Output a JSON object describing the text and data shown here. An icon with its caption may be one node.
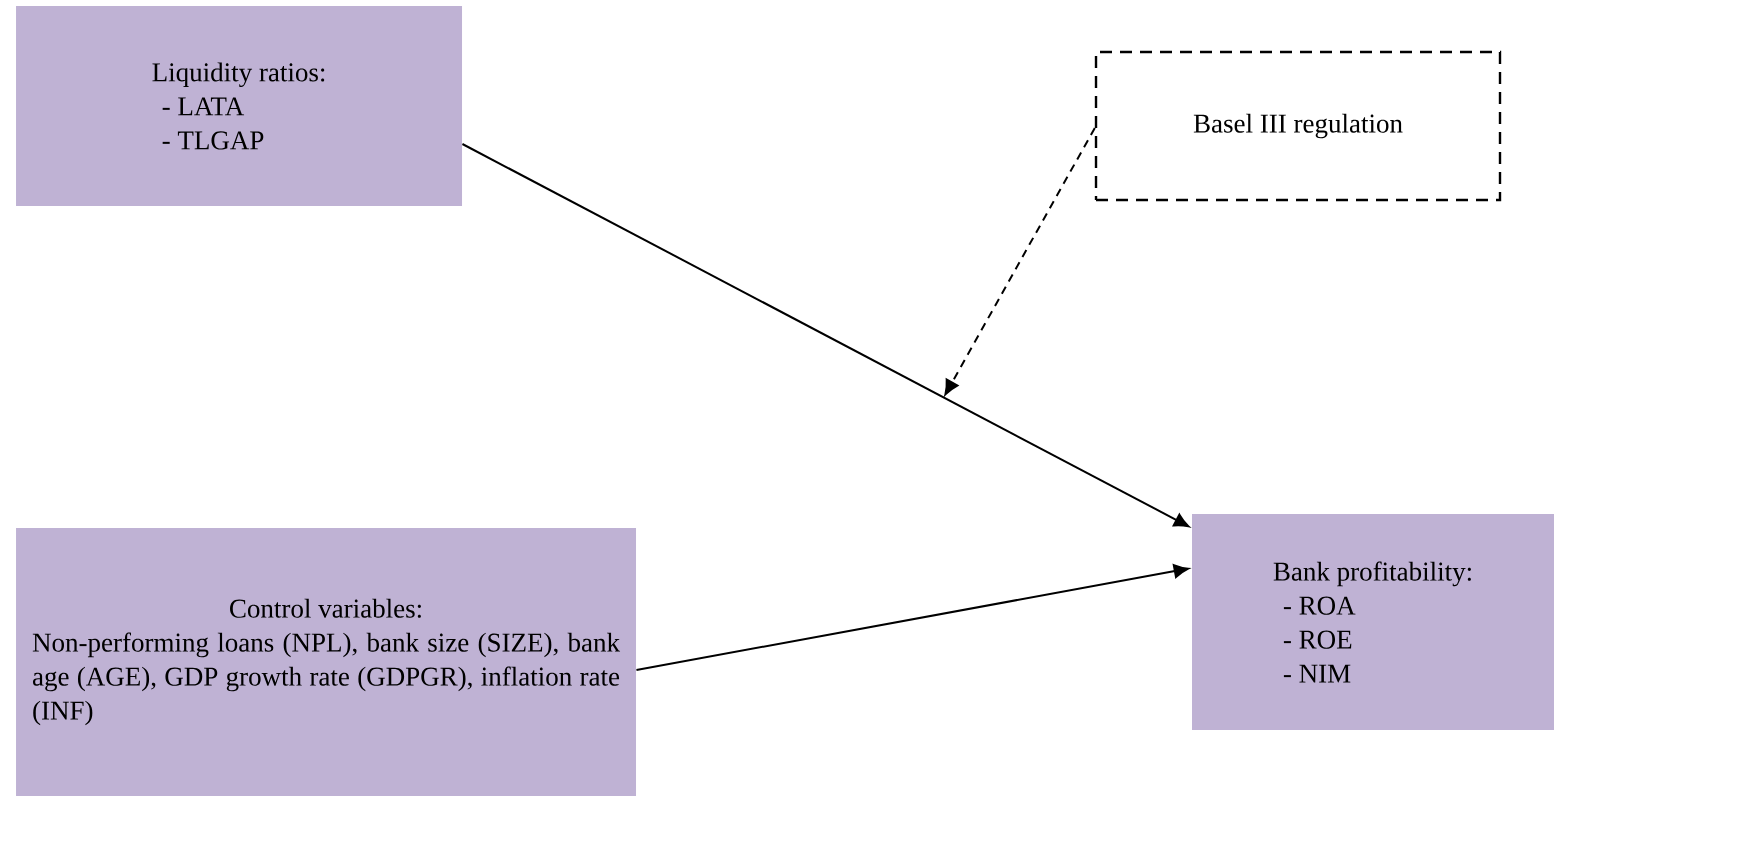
{
  "diagram": {
    "nodes": [
      {
        "text": [
          "Liquidity ratios:",
          "- LATA",
          "- TLGAP"
        ]
      },
      {
        "text": [
          "Basel III regulation"
        ]
      },
      {
        "text": [
          "Control variables:",
          "Non-performing loans (NPL), bank size (SIZE), bank age (AGE), GDP growth rate (GDPGR), inflation rate (INF)"
        ]
      },
      {
        "text": [
          "Bank profitability:",
          "- ROA",
          "- ROE",
          "- NIM"
        ]
      }
    ],
    "edges": [
      {
        "from": 0,
        "to": 3,
        "arrow": "to"
      },
      {
        "from": 2,
        "to": 3,
        "arrow": "to"
      },
      {
        "from": 1,
        "to": null,
        "arrow": "to",
        "style": "dashed"
      }
    ]
  }
}
